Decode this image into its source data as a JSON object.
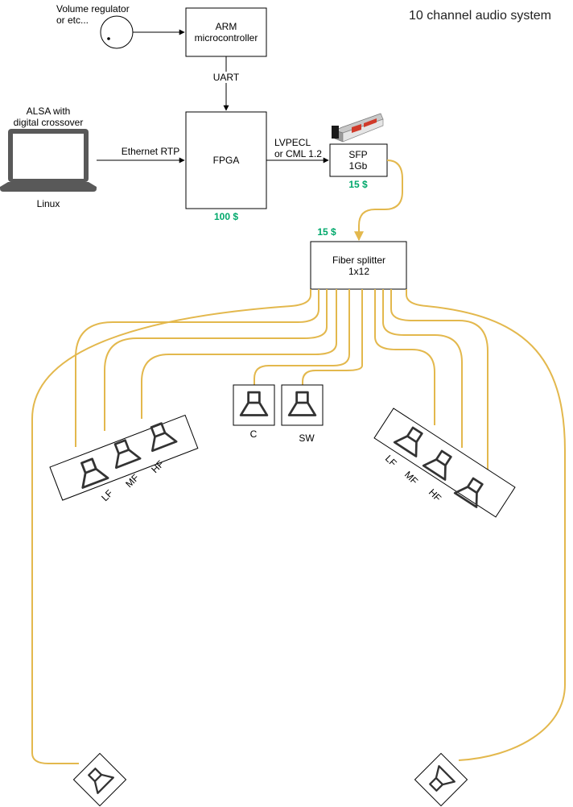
{
  "title": "10 channel audio system",
  "volume": {
    "label_line1": "Volume regulator",
    "label_line2": "or etc..."
  },
  "arm": {
    "line1": "ARM",
    "line2": "microcontroller"
  },
  "uart_label": "UART",
  "laptop": {
    "caption_line1": "ALSA with",
    "caption_line2": "digital crossover",
    "os_label": "Linux"
  },
  "ethernet_label": "Ethernet RTP",
  "fpga": {
    "label": "FPGA",
    "price": "100 $"
  },
  "lvpecl": {
    "line1": "LVPECL",
    "line2": "or CML 1.2"
  },
  "sfp": {
    "line1": "SFP",
    "line2": "1Gb",
    "price": "15 $"
  },
  "splitter": {
    "line1": "Fiber splitter",
    "line2": "1x12",
    "price": "15 $"
  },
  "left_array": {
    "labels": [
      "LF",
      "MF",
      "HF"
    ]
  },
  "right_array": {
    "labels": [
      "LF",
      "MF",
      "HF"
    ]
  },
  "center": {
    "c_label": "C",
    "sw_label": "SW"
  },
  "colors": {
    "fiber": "#e3b84d",
    "price": "#00a86b"
  }
}
